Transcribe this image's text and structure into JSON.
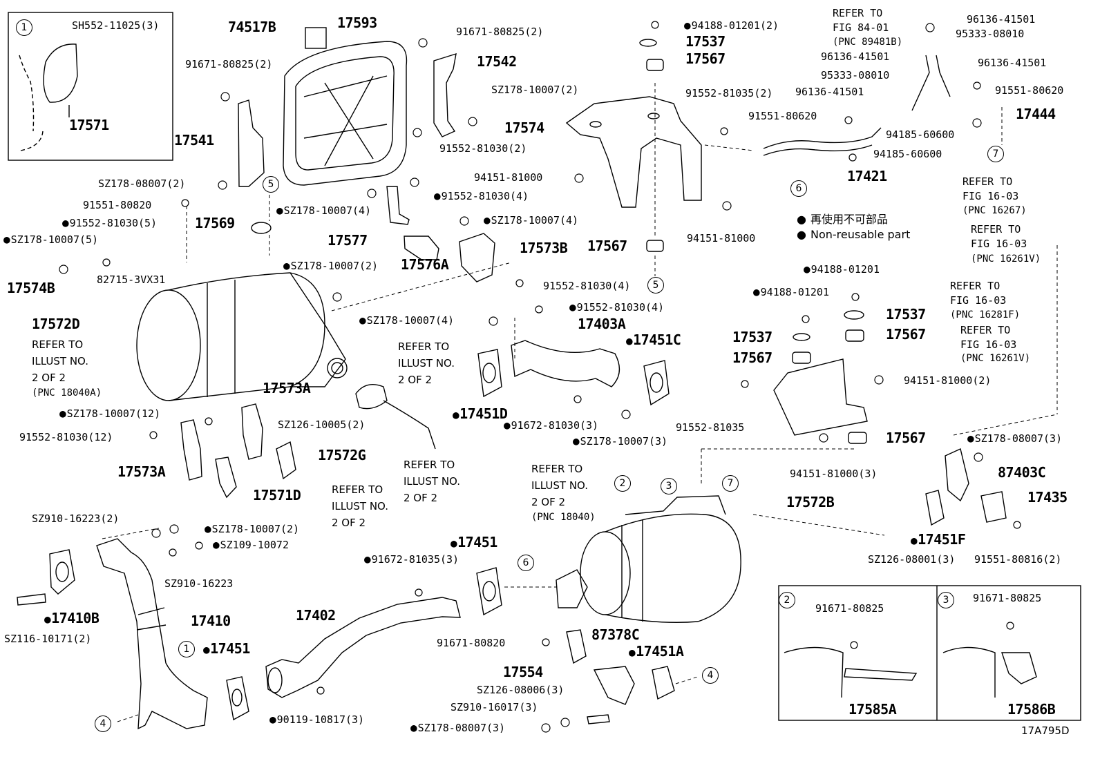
{
  "diagram_code": "17A795D",
  "legend": {
    "jp": "再使用不可部品",
    "en": "Non-reusable part"
  },
  "callouts": [
    "1",
    "2",
    "3",
    "4",
    "5",
    "6",
    "7"
  ],
  "labels": {
    "l_sh552": "SH552-11025(3)",
    "l_17571": "17571",
    "l_74517b": "74517B",
    "l_17593": "17593",
    "l_91671_top": "91671-80825(2)",
    "l_91671_left": "91671-80825(2)",
    "l_17542": "17542",
    "l_sz178_2a": "SZ178-10007(2)",
    "l_17541": "17541",
    "l_91552_81030_2": "91552-81030(2)",
    "l_sz178_08007_2": "SZ178-08007(2)",
    "l_sz178_10007_4a": "SZ178-10007(4)",
    "l_91552_81030_4a": "91552-81030(4)",
    "l_91551_80820": "91551-80820",
    "l_91552_81030_5": "91552-81030(5)",
    "l_17569": "17569",
    "l_17577": "17577",
    "l_sz178_10007_5": "SZ178-10007(5)",
    "l_17576a": "17576A",
    "l_sz178_10007_4b": "SZ178-10007(4)",
    "l_17573b": "17573B",
    "l_82715": "82715-3VX31",
    "l_17574b": "17574B",
    "l_sz178_10007_2b": "SZ178-10007(2)",
    "l_91552_81030_4b": "91552-81030(4)",
    "l_17572d": "17572D",
    "l_refer1_a": "REFER TO",
    "l_refer1_b": "ILLUST NO.",
    "l_refer1_c": "2 OF 2",
    "l_refer1_d": "(PNC 18040A)",
    "l_sz178_10007_4c": "SZ178-10007(4)",
    "l_91552_81030_4c": "91552-81030(4)",
    "l_17403a": "17403A",
    "l_17451c": "17451C",
    "l_refer2_a": "REFER TO",
    "l_refer2_b": "ILLUST NO.",
    "l_refer2_c": "2 OF 2",
    "l_17573a_1": "17573A",
    "l_sz178_10007_12": "SZ178-10007(12)",
    "l_91552_81030_12": "91552-81030(12)",
    "l_sz126_10005": "SZ126-10005(2)",
    "l_17451d": "17451D",
    "l_91672_81030": "91672-81030(3)",
    "l_sz178_10007_3": "SZ178-10007(3)",
    "l_17573a_2": "17573A",
    "l_17572g": "17572G",
    "l_17571d": "17571D",
    "l_refer3_a": "REFER TO",
    "l_refer3_b": "ILLUST NO.",
    "l_refer3_c": "2 OF 2",
    "l_refer4_a": "REFER TO",
    "l_refer4_b": "ILLUST NO.",
    "l_refer4_c": "2 OF 2",
    "l_refer5_a": "REFER TO",
    "l_refer5_b": "ILLUST NO.",
    "l_refer5_c": "2 OF 2",
    "l_refer5_d": "(PNC 18040)",
    "l_sz910_16223_2": "SZ910-16223(2)",
    "l_sz178_10007_2c": "SZ178-10007(2)",
    "l_sz109_10072": "SZ109-10072",
    "l_sz910_16223": "SZ910-16223",
    "l_17410b": "17410B",
    "l_17410": "17410",
    "l_sz116": "SZ116-10171(2)",
    "l_17451a_lower": "17451",
    "l_17402": "17402",
    "l_17451_mid": "17451",
    "l_91672_81035": "91672-81035(3)",
    "l_90119": "90119-10817(3)",
    "l_91671_80820": "91671-80820",
    "l_17554": "17554",
    "l_87378c": "87378C",
    "l_17451a": "17451A",
    "l_sz126_08006": "SZ126-08006(3)",
    "l_sz910_16017": "SZ910-16017(3)",
    "l_sz178_08007_3a": "SZ178-08007(3)",
    "l_94188_2": "94188-01201(2)",
    "l_17537_top": "17537",
    "l_17567_top": "17567",
    "l_91552_81035_2": "91552-81035(2)",
    "l_17574": "17574",
    "l_94151_81000_a": "94151-81000",
    "l_94151_81000_b": "94151-81000",
    "l_17567_mid": "17567",
    "l_refer_fig84_a": "REFER TO",
    "l_refer_fig84_b": "FIG 84-01",
    "l_refer_fig84_c": "(PNC 89481B)",
    "l_96136_a": "96136-41501",
    "l_95333_a": "95333-08010",
    "l_96136_b": "96136-41501",
    "l_95333_b": "95333-08010",
    "l_96136_c": "96136-41501",
    "l_96136_d": "96136-41501",
    "l_91551_80620_a": "91551-80620",
    "l_91551_80620_b": "91551-80620",
    "l_17444": "17444",
    "l_94185_a": "94185-60600",
    "l_94185_b": "94185-60600",
    "l_17421": "17421",
    "l_ref16_1a": "REFER TO",
    "l_ref16_1b": "FIG 16-03",
    "l_ref16_1c": "(PNC 16267)",
    "l_ref16_2a": "REFER TO",
    "l_ref16_2b": "FIG 16-03",
    "l_ref16_2c": "(PNC 16261V)",
    "l_ref16_3a": "REFER TO",
    "l_ref16_3b": "FIG 16-03",
    "l_ref16_3c": "(PNC 16281F)",
    "l_ref16_4a": "REFER TO",
    "l_ref16_4b": "FIG 16-03",
    "l_ref16_4c": "(PNC 16261V)",
    "l_94188_a": "94188-01201",
    "l_94188_b": "94188-01201",
    "l_17537_r1": "17537",
    "l_17537_r2": "17537",
    "l_17567_r1": "17567",
    "l_17567_r2": "17567",
    "l_94151_81000_2": "94151-81000(2)",
    "l_91552_81035": "91552-81035",
    "l_17567_r3": "17567",
    "l_94151_81000_3": "94151-81000(3)",
    "l_17572b": "17572B",
    "l_sz178_08007_3b": "SZ178-08007(3)",
    "l_87403c": "87403C",
    "l_17435": "17435",
    "l_17451f": "17451F",
    "l_sz126_08001": "SZ126-08001(3)",
    "l_91551_80816": "91551-80816(2)",
    "l_box2_91671": "91671-80825",
    "l_17585a": "17585A",
    "l_box3_91671": "91671-80825",
    "l_17586b": "17586B"
  }
}
